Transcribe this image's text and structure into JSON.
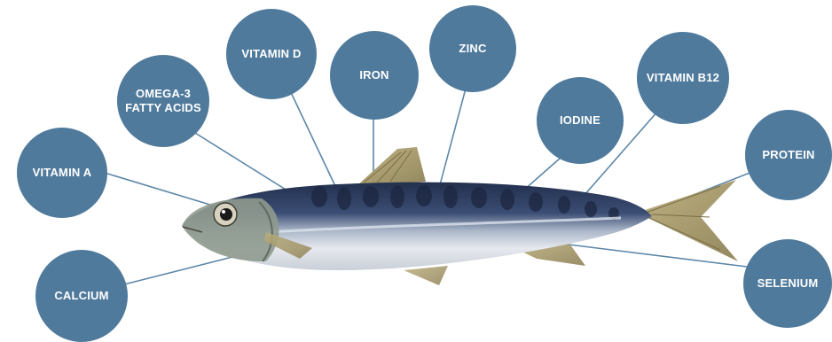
{
  "colors": {
    "bubble": "#4f7a9c",
    "connector": "#5d87a8",
    "fish_back": "#2e3a57",
    "fish_belly": "#e9ebee",
    "fish_fins": "#a89a6a"
  },
  "nutrients": {
    "vitamin_a": "VITAMIN A",
    "omega3": "OMEGA-3\nFATTY ACIDS",
    "vitamin_d": "VITAMIN D",
    "iron": "IRON",
    "zinc": "ZINC",
    "iodine": "IODINE",
    "vitamin_b12": "VITAMIN  B12",
    "protein": "PROTEIN",
    "selenium": "SELENIUM",
    "calcium": "CALCIUM"
  },
  "illustration": {
    "subject": "sardine-fish",
    "icon": "fish-illustration"
  }
}
